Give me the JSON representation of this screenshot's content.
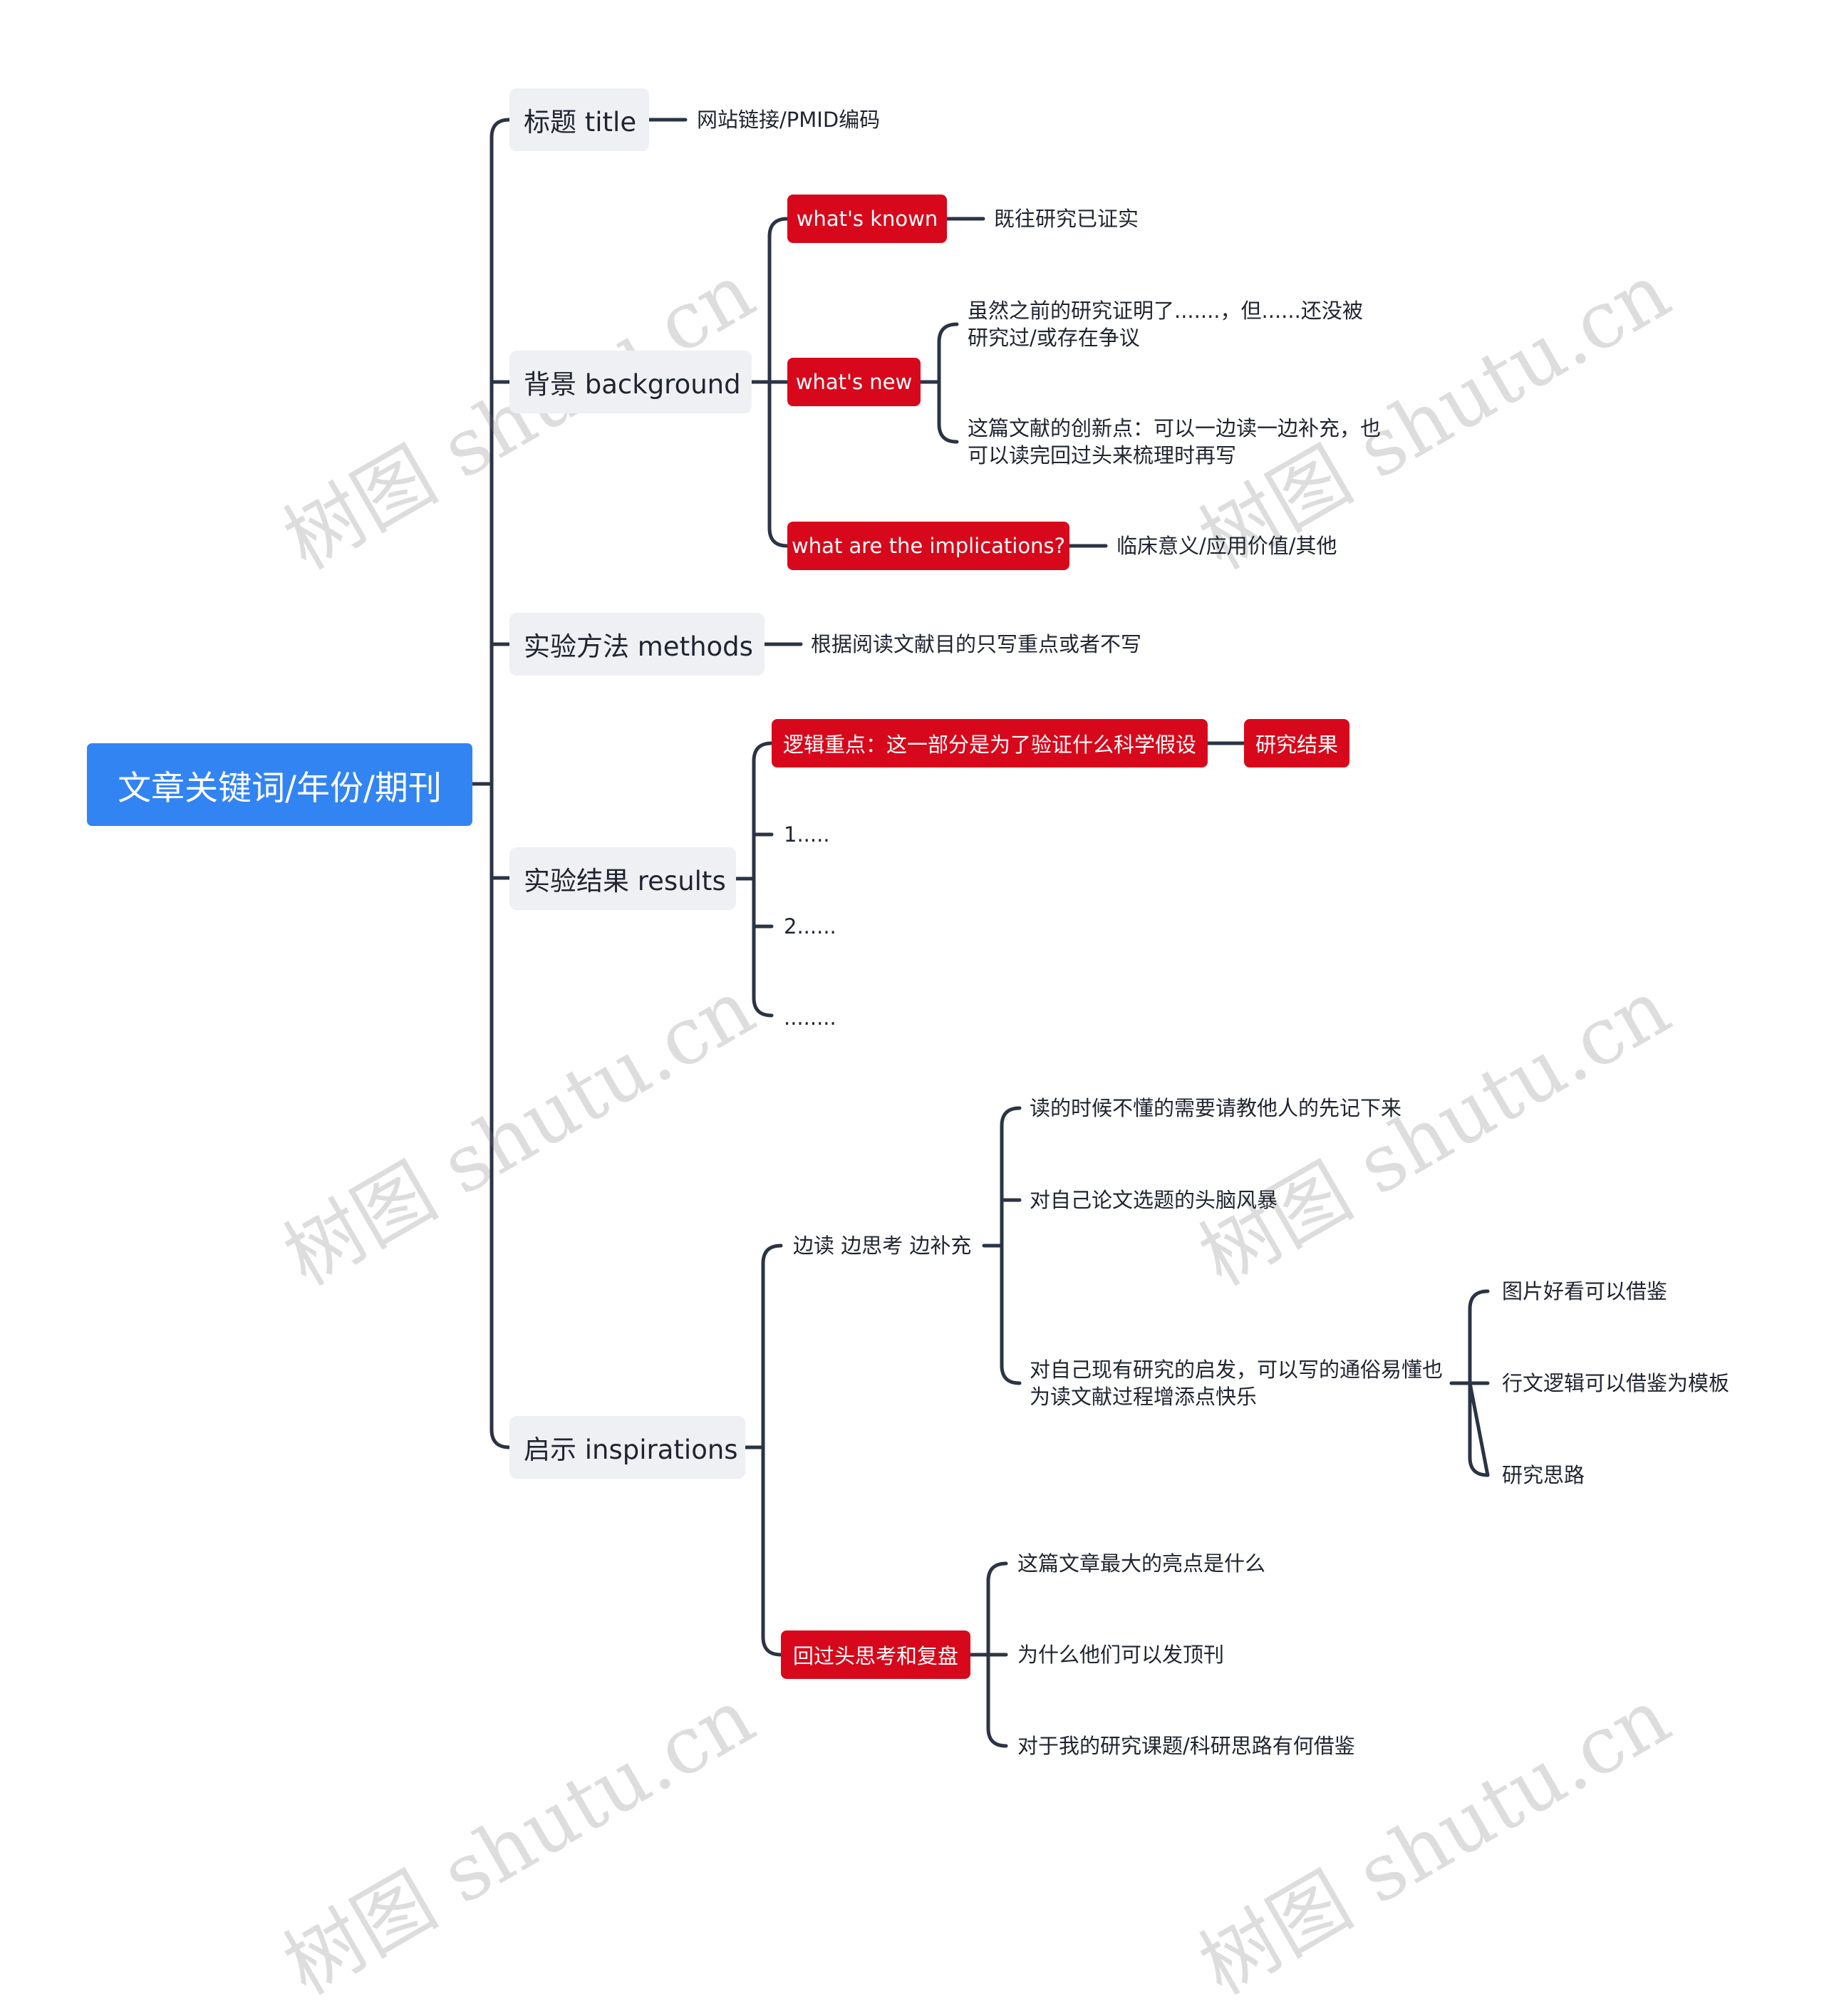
{
  "root": "文章关键词/年份/期刊",
  "title": {
    "label": "标题 title",
    "child": "网站链接/PMID编码"
  },
  "background": {
    "label": "背景 background",
    "known": {
      "label": "what's known",
      "child": "既往研究已证实"
    },
    "new": {
      "label": "what's new",
      "child1": "虽然之前的研究证明了.......，但......还没被研究过/或存在争议",
      "child2": "这篇文献的创新点：可以一边读一边补充，也可以读完回过头来梳理时再写"
    },
    "implications": {
      "label": "what are the implications?",
      "child": "临床意义/应用价值/其他"
    }
  },
  "methods": {
    "label": "实验方法 methods",
    "child": "根据阅读文献目的只写重点或者不写"
  },
  "results": {
    "label": "实验结果 results",
    "logic": {
      "label": "逻辑重点：这一部分是为了验证什么科学假设",
      "child": "研究结果"
    },
    "items": [
      "1.....",
      "2......",
      "........"
    ]
  },
  "inspirations": {
    "label": "启示 inspirations",
    "read": {
      "label": "边读 边思考 边补充",
      "c1": "读的时候不懂的需要请教他人的先记下来",
      "c2": "对自己论文选题的头脑风暴",
      "c3": {
        "label": "对自己现有研究的启发，可以写的通俗易懂也为读文献过程增添点快乐",
        "items": [
          "图片好看可以借鉴",
          "行文逻辑可以借鉴为模板",
          "研究思路"
        ]
      }
    },
    "review": {
      "label": "回过头思考和复盘",
      "items": [
        "这篇文章最大的亮点是什么",
        "为什么他们可以发顶刊",
        "对于我的研究课题/科研思路有何借鉴"
      ]
    }
  },
  "watermark": "树图 shutu.cn",
  "colors": {
    "root": "#3284f2",
    "red": "#d7081b",
    "branch": "#eef0f3",
    "line": "#2b3445"
  }
}
